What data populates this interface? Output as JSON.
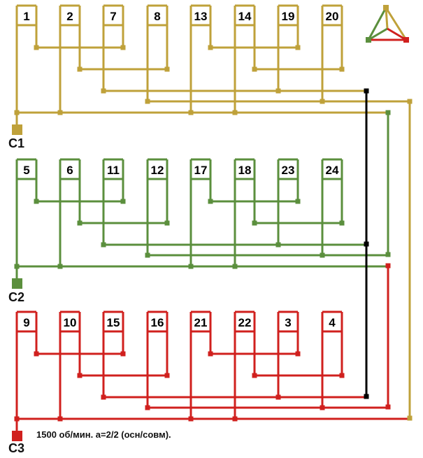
{
  "colors": {
    "phase1": "#bfa13a",
    "phase2": "#5b8f3d",
    "phase3": "#d0201e",
    "link": "#000000"
  },
  "groups": [
    {
      "terminal": "C1",
      "coils": [
        "1",
        "2",
        "7",
        "8",
        "13",
        "14",
        "19",
        "20"
      ]
    },
    {
      "terminal": "C2",
      "coils": [
        "5",
        "6",
        "11",
        "12",
        "17",
        "18",
        "23",
        "24"
      ]
    },
    {
      "terminal": "C3",
      "coils": [
        "9",
        "10",
        "15",
        "16",
        "21",
        "22",
        "3",
        "4"
      ]
    }
  ],
  "note": "1500 об/мин. а=2/2 (осн/совм).",
  "icon": "delta-star-connection-icon"
}
